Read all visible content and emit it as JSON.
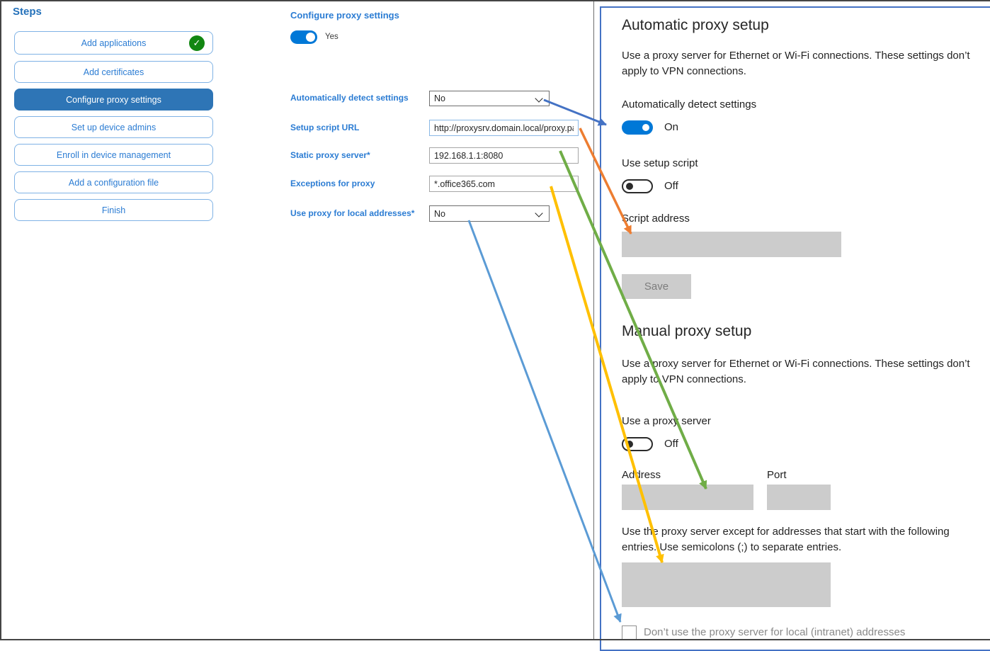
{
  "sidebar": {
    "title": "Steps",
    "items": [
      {
        "label": "Add applications",
        "completed": true
      },
      {
        "label": "Add certificates"
      },
      {
        "label": "Configure proxy settings",
        "active": true
      },
      {
        "label": "Set up device admins"
      },
      {
        "label": "Enroll in device management"
      },
      {
        "label": "Add a configuration file"
      },
      {
        "label": "Finish"
      }
    ]
  },
  "form": {
    "title": "Configure proxy settings",
    "toggle_state": "Yes",
    "fields": [
      {
        "label": "Automatically detect settings",
        "type": "dropdown",
        "value": "No"
      },
      {
        "label": "Setup script URL",
        "type": "text",
        "value": "http://proxysrv.domain.local/proxy.pa"
      },
      {
        "label": "Static proxy server*",
        "type": "text",
        "value": "192.168.1.1:8080"
      },
      {
        "label": "Exceptions for proxy",
        "type": "text",
        "value": "*.office365.com"
      },
      {
        "label": "Use proxy for local addresses*",
        "type": "dropdown",
        "value": "No"
      }
    ]
  },
  "settings_panel": {
    "auto": {
      "title": "Automatic proxy setup",
      "description": "Use a proxy server for Ethernet or Wi-Fi connections. These settings don’t apply to VPN connections.",
      "detect_label": "Automatically detect settings",
      "detect_state": "On",
      "script_toggle_label": "Use setup script",
      "script_toggle_state": "Off",
      "script_address_label": "Script address",
      "save_label": "Save"
    },
    "manual": {
      "title": "Manual proxy setup",
      "description": "Use a proxy server for Ethernet or Wi-Fi connections. These settings don’t apply to VPN connections.",
      "proxy_toggle_label": "Use a proxy server",
      "proxy_toggle_state": "Off",
      "address_label": "Address",
      "port_label": "Port",
      "exceptions_description": "Use the proxy server except for addresses that start with the following entries. Use semicolons (;) to separate entries.",
      "local_checkbox_label": "Don’t use the proxy server for local (intranet) addresses"
    }
  },
  "arrows": [
    {
      "name": "detect-settings-mapping",
      "color": "#4472c4",
      "from": "automatically-detect-settings-dropdown",
      "to": "auto-detect-toggle"
    },
    {
      "name": "setup-script-mapping",
      "color": "#ed7d31",
      "from": "setup-script-url-input",
      "to": "script-address-box"
    },
    {
      "name": "static-proxy-mapping",
      "color": "#70ad47",
      "from": "static-proxy-server-input",
      "to": "manual-address-box"
    },
    {
      "name": "exceptions-mapping",
      "color": "#ffc000",
      "from": "exceptions-for-proxy-input",
      "to": "manual-exceptions-box"
    },
    {
      "name": "local-addresses-mapping",
      "color": "#5b9bd5",
      "from": "use-proxy-local-dropdown",
      "to": "local-intranet-checkbox"
    }
  ],
  "colors": {
    "accent_blue": "#0078d7",
    "sidebar_active": "#2e75b6",
    "link_blue": "#2b7cd3",
    "panel_border": "#4472c4",
    "check_green": "#128712",
    "disabled_gray": "#cccccc"
  }
}
